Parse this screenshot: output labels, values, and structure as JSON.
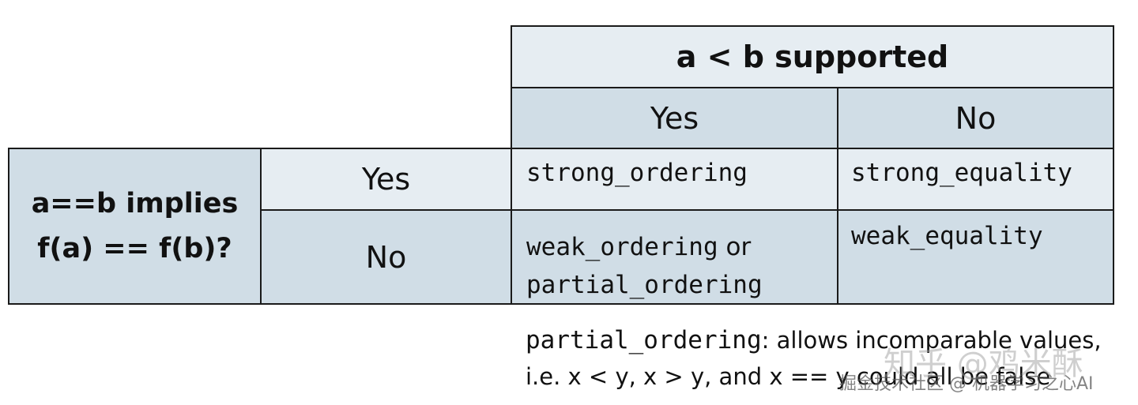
{
  "table": {
    "column_header": "a < b supported",
    "column_yes": "Yes",
    "column_no": "No",
    "row_header_line1": "a==b implies",
    "row_header_line2": "f(a) == f(b)?",
    "row_yes": "Yes",
    "row_no": "No",
    "cell_yes_yes": "strong_ordering",
    "cell_yes_no": "strong_equality",
    "cell_no_yes_a": "weak_ordering",
    "cell_no_yes_or": " or",
    "cell_no_yes_b": "partial_ordering",
    "cell_no_no": "weak_equality"
  },
  "note": {
    "term": "partial_ordering",
    "line1_rest": ": allows incomparable values,",
    "line2": "i.e. x < y, x > y, and x == y could all be false"
  },
  "watermarks": {
    "zhihu": "知乎 @鸡米酥",
    "source": "掘金技术社区 @ 机器学习之心AI"
  },
  "colors": {
    "light_cell": "#e6edf2",
    "dark_cell": "#d0dde6",
    "border": "#1a1a1a"
  }
}
